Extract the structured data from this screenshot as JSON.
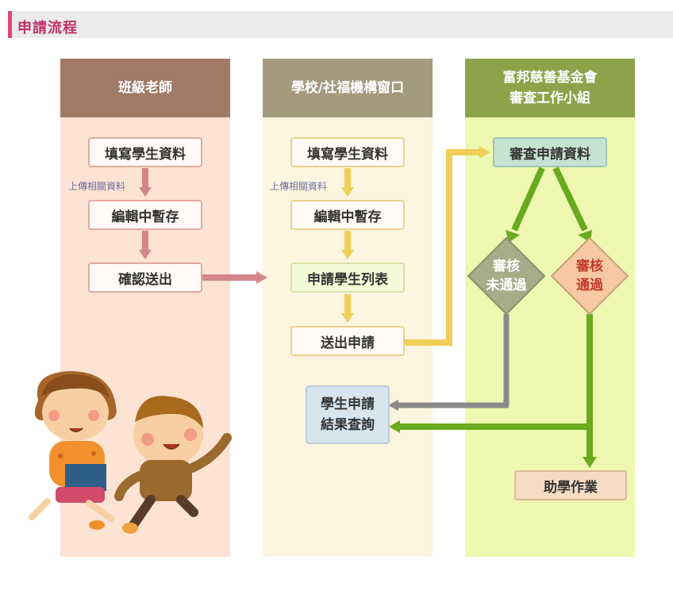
{
  "header": {
    "title": "申請流程",
    "accent": "#e0457b",
    "title_color": "#c0306a"
  },
  "columns": [
    {
      "title": "班級老師",
      "head_color": "#a07a66",
      "body_color": "#fde3d4"
    },
    {
      "title": "學校/社福機構窗口",
      "head_color": "#a59a7e",
      "body_color": "#fdf5e0"
    },
    {
      "title": "富邦慈善基金會\n審查工作小組",
      "head_color": "#8ea24a",
      "body_color": "#eef8b0"
    }
  ],
  "teacher": {
    "fill_data": "填寫學生資料",
    "upload": "上傳相關資料",
    "edit_save": "編輯中暫存",
    "confirm_send": "確認送出"
  },
  "school": {
    "fill_data": "填寫學生資料",
    "upload": "上傳相關資料",
    "edit_save": "編輯中暫存",
    "student_list": "申請學生列表",
    "send": "送出申請",
    "result_query": "學生申請\n結果查詢"
  },
  "foundation": {
    "review": "審查申請資料",
    "not_passed": "審核\n未通過",
    "passed": "審核\n通過",
    "grant": "助學作業"
  },
  "colors": {
    "teacher_arrow": "#d4868a",
    "school_arrow": "#f0cf58",
    "green_arrow": "#6aaa1e",
    "gray_arrow": "#8a8a8a"
  }
}
